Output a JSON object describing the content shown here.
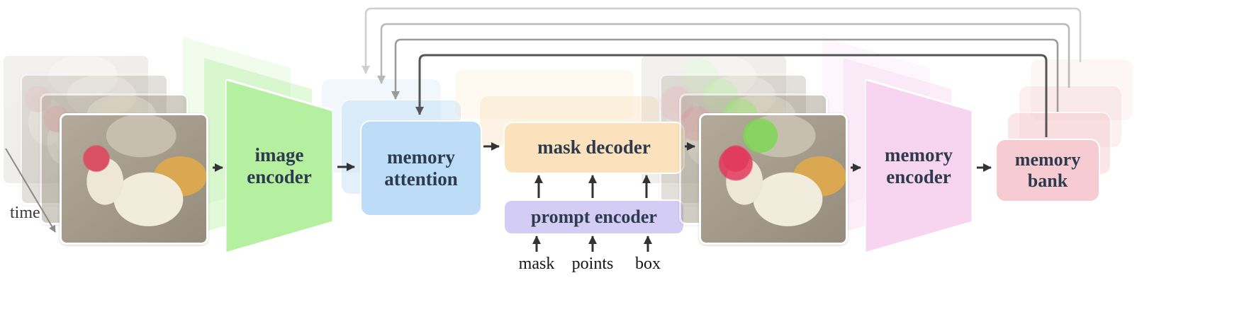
{
  "nodes": {
    "image_encoder": {
      "label": "image encoder",
      "color": "#b4f0a0"
    },
    "memory_attention": {
      "label": "memory attention",
      "color": "#bcdcf8"
    },
    "mask_decoder": {
      "label": "mask decoder",
      "color": "#fbe2bd"
    },
    "prompt_encoder": {
      "label": "prompt encoder",
      "color": "#d3cdf6"
    },
    "memory_encoder": {
      "label": "memory encoder",
      "color": "#f7d4f0"
    },
    "memory_bank": {
      "label": "memory bank",
      "color": "#f6ccd2"
    }
  },
  "prompt_inputs": {
    "mask": "mask",
    "points": "points",
    "box": "box"
  },
  "axis": {
    "time_label": "time"
  },
  "edges": [
    {
      "from": "input-frames",
      "to": "image-encoder",
      "style": "solid"
    },
    {
      "from": "image-encoder",
      "to": "memory-attention",
      "style": "solid"
    },
    {
      "from": "memory-attention",
      "to": "mask-decoder",
      "style": "solid"
    },
    {
      "from": "mask-decoder",
      "to": "output-frames",
      "style": "solid"
    },
    {
      "from": "output-frames",
      "to": "memory-encoder",
      "style": "solid"
    },
    {
      "from": "memory-encoder",
      "to": "memory-bank",
      "style": "solid"
    },
    {
      "from": "prompt-encoder",
      "to": "mask-decoder",
      "style": "solid"
    },
    {
      "from": "mask",
      "to": "prompt-encoder",
      "style": "solid"
    },
    {
      "from": "points",
      "to": "prompt-encoder",
      "style": "solid"
    },
    {
      "from": "box",
      "to": "prompt-encoder",
      "style": "solid"
    },
    {
      "from": "memory-bank",
      "to": "memory-attention",
      "style": "feedback-recurrent"
    }
  ],
  "feedback_line_colors": [
    "#cfcfcf",
    "#b8b8b8",
    "#9a9a9a",
    "#555555"
  ]
}
